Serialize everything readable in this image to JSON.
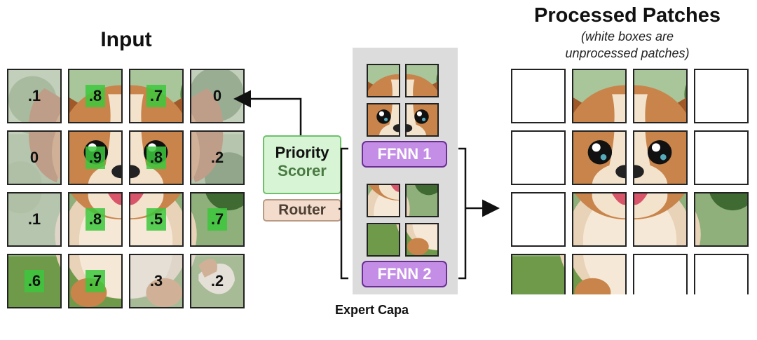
{
  "input": {
    "title": "Input",
    "scores": [
      [
        ".1",
        ".8",
        ".7",
        "0"
      ],
      [
        "0",
        ".9",
        ".8",
        ".2"
      ],
      [
        ".1",
        ".8",
        ".5",
        ".7"
      ],
      [
        ".6",
        ".7",
        ".3",
        ".2"
      ]
    ],
    "highlighted": [
      [
        false,
        true,
        true,
        false
      ],
      [
        false,
        true,
        true,
        false
      ],
      [
        false,
        true,
        true,
        true
      ],
      [
        true,
        true,
        false,
        false
      ]
    ]
  },
  "processed": {
    "title": "Processed Patches",
    "subtitle_line1": "(white boxes are",
    "subtitle_line2": "unprocessed patches)"
  },
  "priority_scorer": {
    "line1": "Priority",
    "line2": "Scorer"
  },
  "router": {
    "label": "Router"
  },
  "ffnn1": {
    "label": "FFNN 1"
  },
  "ffnn2": {
    "label": "FFNN 2"
  },
  "expert_capacity": {
    "label": "Expert Capa"
  },
  "colors": {
    "highlight": "#3cc83c",
    "ffnn": "#c58ee6",
    "priority_bg": "#d7f5d4",
    "router_bg": "#f3dccb"
  }
}
